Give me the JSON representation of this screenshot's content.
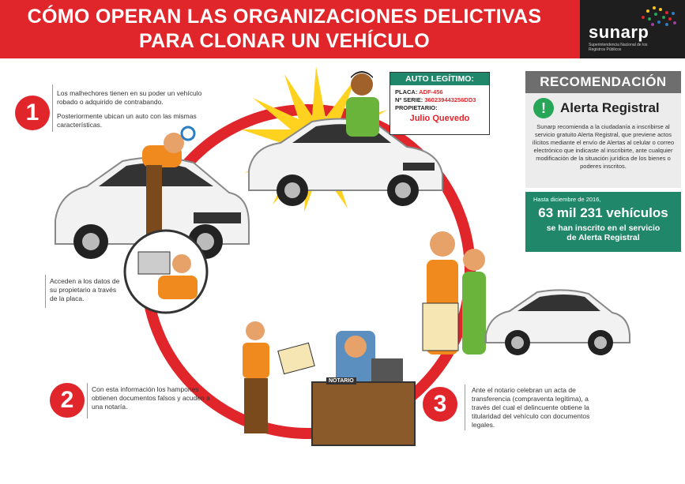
{
  "header": {
    "title_line1": "CÓMO OPERAN LAS ORGANIZACIONES DELICTIVAS",
    "title_line2": "PARA CLONAR UN VEHÍCULO"
  },
  "logo": {
    "name": "sunarp",
    "subtitle": "Superintendencia Nacional de los Registros Públicos"
  },
  "steps": {
    "step1": {
      "number": "1",
      "text_a": "Los malhechores tienen en su poder un vehículo robado o adquirido de contrabando.",
      "text_b": "Posteriormente ubican un auto con las mismas características."
    },
    "access_text": "Acceden a los datos de su propietario a través de la placa.",
    "step2": {
      "number": "2",
      "text": "Con esta información los hampones obtienen documentos falsos y acuden a una notaría."
    },
    "step3": {
      "number": "3",
      "text": "Ante el notario celebran un acta de transferencia (compraventa legítima), a través del cual el delincuente obtiene la titularidad del vehículo con documentos legales."
    }
  },
  "legit_car": {
    "heading": "AUTO LEGÍTIMO:",
    "placa_label": "PLACA:",
    "placa_value": "ADF-456",
    "serie_label": "Nº SERIE:",
    "serie_value": "360239443256DD3",
    "owner_label": "PROPIETARIO:",
    "owner_value": "Julio Quevedo"
  },
  "notary_label": "NOTARIO",
  "recommendation": {
    "title": "RECOMENDACIÓN",
    "alert_icon": "!",
    "alert_title": "Alerta Registral",
    "body": "Sunarp recomienda a la ciudadanía a inscribirse al servicio gratuito Alerta Registral, que previene actos ilícitos mediante el envío de Alertas al celular o correo electrónico que indicaste al inscribirte, ante cualquier modificación de la situación jurídica de los bienes o poderes inscritos."
  },
  "stats": {
    "intro": "Hasta diciembre de 2016,",
    "number": "63 mil 231 vehículos",
    "sub_line1": "se han inscrito en el servicio",
    "sub_line2": "de Alerta Registral"
  },
  "colors": {
    "red": "#e0262b",
    "green": "#21876a",
    "gray": "#6e6e6e",
    "dark": "#1e1e1e"
  }
}
